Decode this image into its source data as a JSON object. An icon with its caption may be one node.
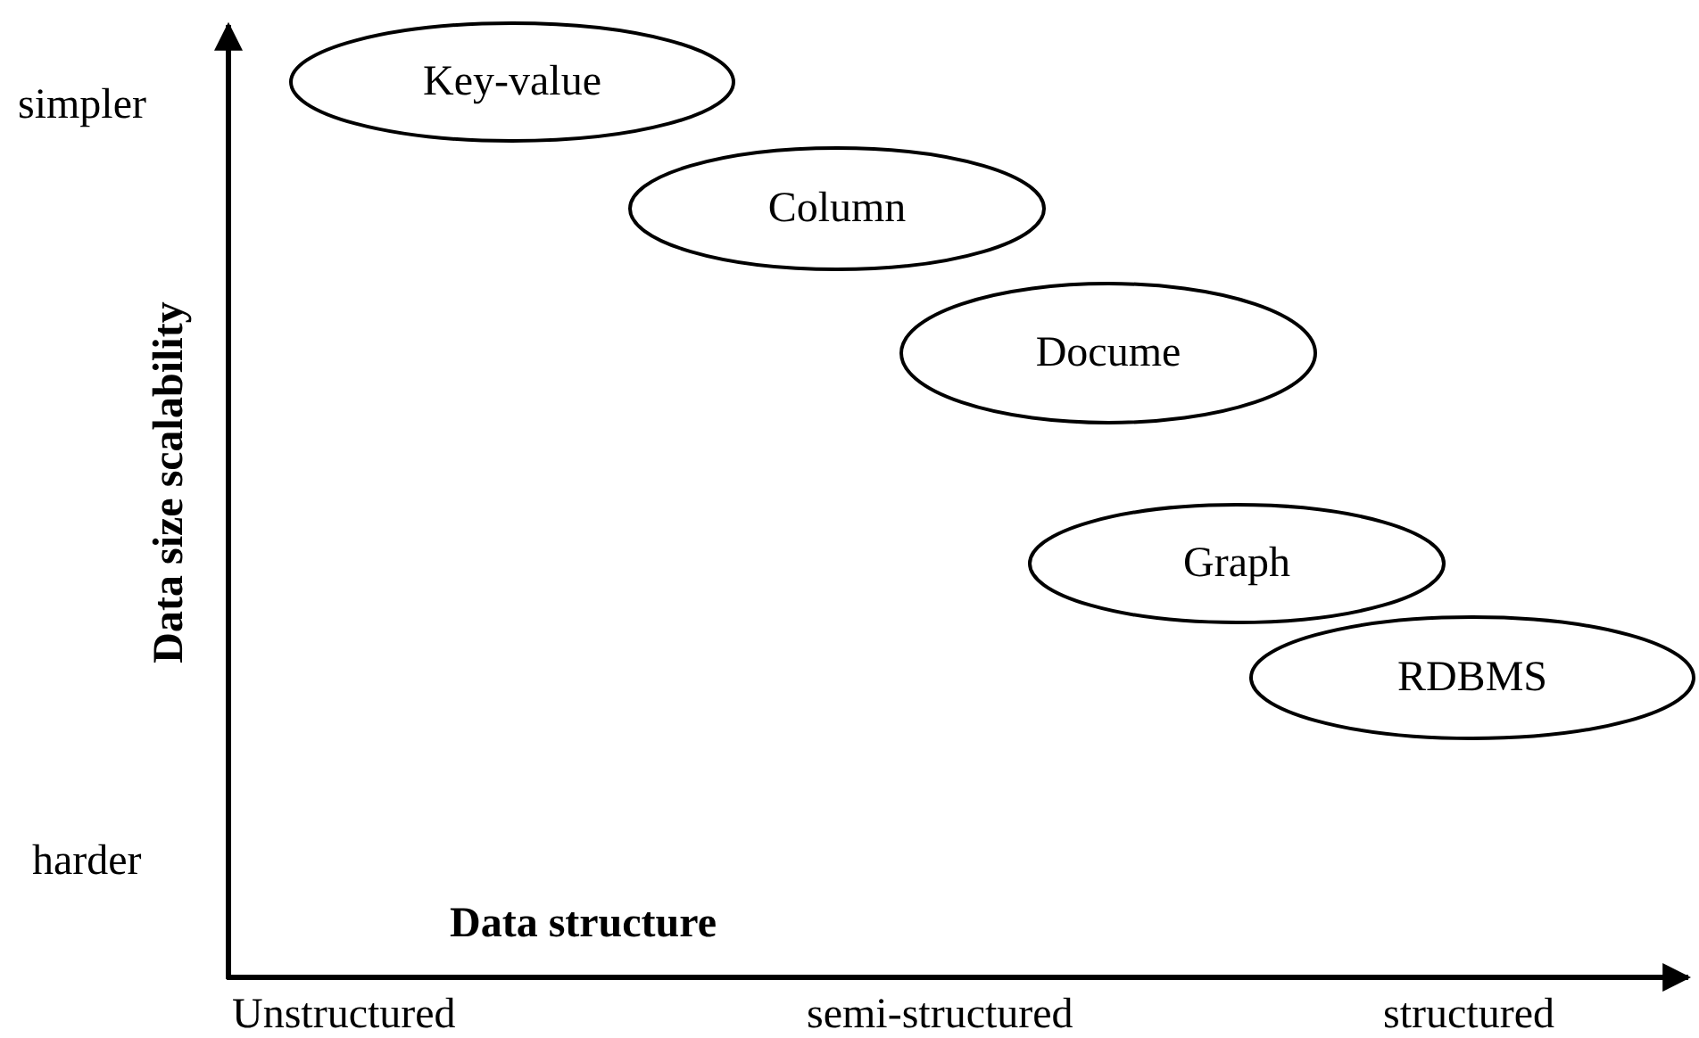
{
  "diagram": {
    "nodes": [
      {
        "text": [
          "Key-value"
        ]
      },
      {
        "text": [
          "Column"
        ]
      },
      {
        "text": [
          "Docume"
        ]
      },
      {
        "text": [
          "Graph"
        ]
      },
      {
        "text": [
          "RDBMS"
        ]
      }
    ],
    "labels": [
      "simpler",
      "Data size scalability",
      "harder",
      "Data structure",
      "Unstructured",
      "semi-structured",
      "structured"
    ]
  }
}
